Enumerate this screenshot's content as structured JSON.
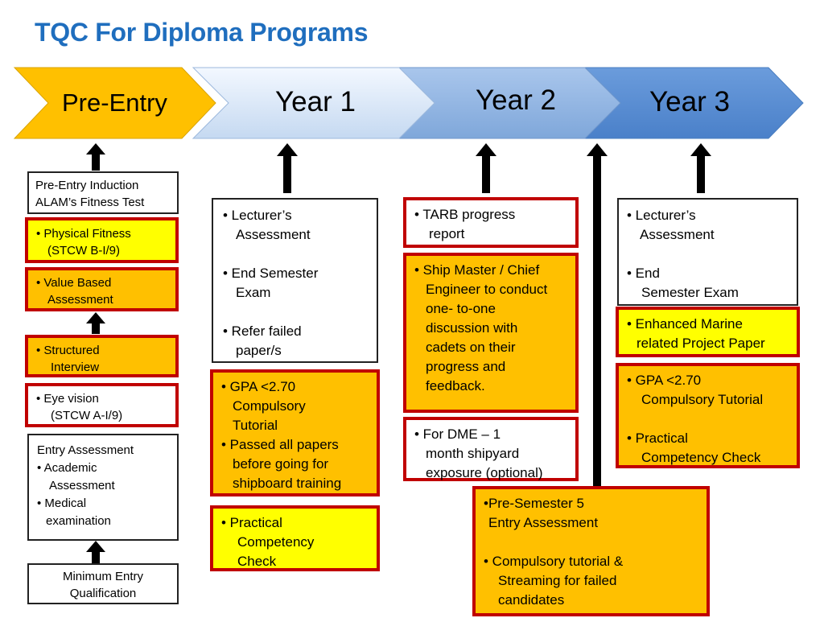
{
  "title": "TQC For Diploma Programs",
  "stages": [
    {
      "label": "Pre-Entry",
      "color": "#FFC000"
    },
    {
      "label": "Year 1",
      "color": "#DCE9FA"
    },
    {
      "label": "Year 2",
      "color": "#8EB4E3"
    },
    {
      "label": "Year 3",
      "color": "#558ED5"
    }
  ],
  "pre_entry": {
    "induction": [
      "Pre-Entry Induction",
      "ALAM’s Fitness Test"
    ],
    "physical_fitness": [
      "•  Physical Fitness",
      "(STCW B-I/9)"
    ],
    "value_based": [
      "• Value Based",
      "Assessment"
    ],
    "structured_interview": [
      "•  Structured",
      "Interview"
    ],
    "eye_vision": [
      "• Eye vision",
      "(STCW A-I/9)"
    ],
    "entry_assessment": [
      "Entry Assessment",
      "•  Academic",
      "Assessment",
      "• Medical",
      "examination"
    ],
    "minimum_entry": [
      "Minimum Entry",
      "Qualification"
    ]
  },
  "year1": {
    "lecturer": [
      "•  Lecturer’s",
      "Assessment",
      "•  End Semester",
      "Exam",
      "•  Refer failed",
      "paper/s"
    ],
    "gpa": [
      "• GPA <2.70",
      "Compulsory",
      "Tutorial",
      "• Passed all papers",
      "before going for",
      "shipboard training"
    ],
    "practical": [
      "•  Practical",
      "Competency",
      "Check"
    ]
  },
  "year2": {
    "tarb": [
      "• TARB progress",
      "report"
    ],
    "ship_master": [
      "• Ship Master / Chief",
      "Engineer to conduct",
      "one- to-one",
      "discussion with",
      "cadets on their",
      "progress and",
      "feedback."
    ],
    "dme": [
      "• For DME – 1",
      "month shipyard",
      "exposure (optional)"
    ],
    "pre_semester": [
      "•Pre-Semester  5",
      "Entry Assessment",
      "• Compulsory tutorial &",
      "Streaming for failed",
      "candidates"
    ]
  },
  "year3": {
    "lecturer": [
      "•  Lecturer’s",
      "Assessment",
      "•  End",
      "Semester Exam"
    ],
    "enhanced": [
      "• Enhanced Marine",
      "related Project Paper"
    ],
    "gpa": [
      "•  GPA <2.70",
      "Compulsory Tutorial",
      "•  Practical",
      "Competency Check"
    ]
  }
}
